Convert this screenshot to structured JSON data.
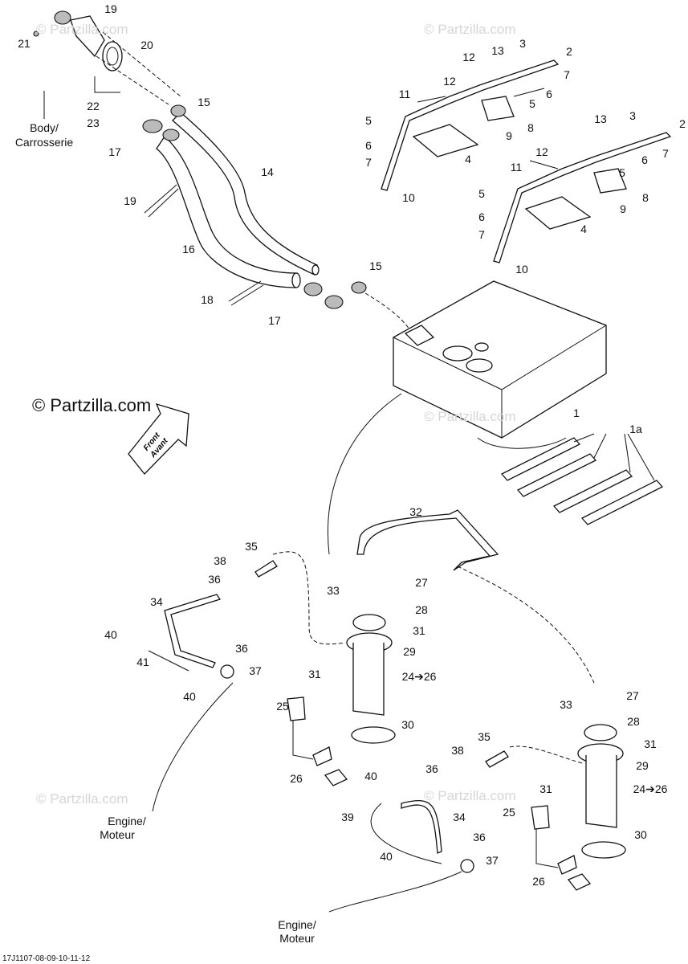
{
  "watermark": "© Partzilla.com",
  "main_watermark": "© Partzilla.com",
  "direction_arrow": {
    "line1": "Front",
    "line2": "Avant"
  },
  "callouts": [
    "19",
    "21",
    "20",
    "22",
    "23",
    "15",
    "17",
    "14",
    "19",
    "16",
    "15",
    "18",
    "17",
    "13",
    "3",
    "2",
    "12",
    "7",
    "6",
    "12",
    "11",
    "5",
    "8",
    "9",
    "5",
    "6",
    "7",
    "4",
    "10",
    "13",
    "3",
    "2",
    "12",
    "7",
    "6",
    "11",
    "5",
    "8",
    "9",
    "5",
    "6",
    "7",
    "4",
    "10",
    "1",
    "1a",
    "32",
    "35",
    "38",
    "36",
    "34",
    "33",
    "27",
    "28",
    "31",
    "29",
    "40",
    "41",
    "36",
    "37",
    "40",
    "31",
    "24➔26",
    "25",
    "30",
    "26",
    "33",
    "27",
    "28",
    "31",
    "29",
    "35",
    "38",
    "36",
    "40",
    "24➔26",
    "31",
    "25",
    "34",
    "39",
    "36",
    "37",
    "40",
    "30",
    "26"
  ],
  "notes": {
    "body": [
      "Body/",
      "Carrosserie"
    ],
    "engine_1": [
      "Engine/",
      "Moteur"
    ],
    "engine_2": [
      "Engine/",
      "Moteur"
    ]
  },
  "caption": "17J1107-08-09-10-11-12"
}
